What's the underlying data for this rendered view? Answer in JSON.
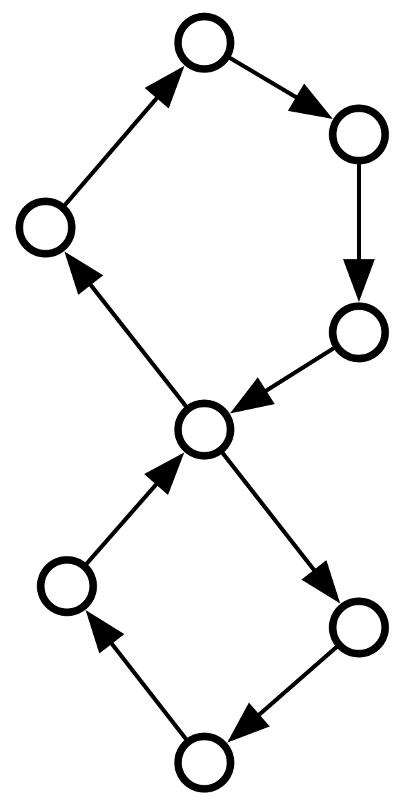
{
  "diagram": {
    "type": "directed-graph",
    "colors": {
      "stroke": "#000000",
      "node_fill": "#ffffff",
      "background": "#ffffff"
    },
    "nodes": [
      {
        "id": "n-top"
      },
      {
        "id": "n-upper-right"
      },
      {
        "id": "n-upper-left"
      },
      {
        "id": "n-mid-right"
      },
      {
        "id": "n-center"
      },
      {
        "id": "n-lower-left"
      },
      {
        "id": "n-lower-right"
      },
      {
        "id": "n-bottom"
      }
    ],
    "edges": [
      {
        "from": "n-upper-left",
        "to": "n-top"
      },
      {
        "from": "n-top",
        "to": "n-upper-right"
      },
      {
        "from": "n-upper-right",
        "to": "n-mid-right"
      },
      {
        "from": "n-mid-right",
        "to": "n-center"
      },
      {
        "from": "n-center",
        "to": "n-upper-left"
      },
      {
        "from": "n-center",
        "to": "n-lower-right"
      },
      {
        "from": "n-lower-right",
        "to": "n-bottom"
      },
      {
        "from": "n-bottom",
        "to": "n-lower-left"
      },
      {
        "from": "n-lower-left",
        "to": "n-center"
      }
    ]
  }
}
